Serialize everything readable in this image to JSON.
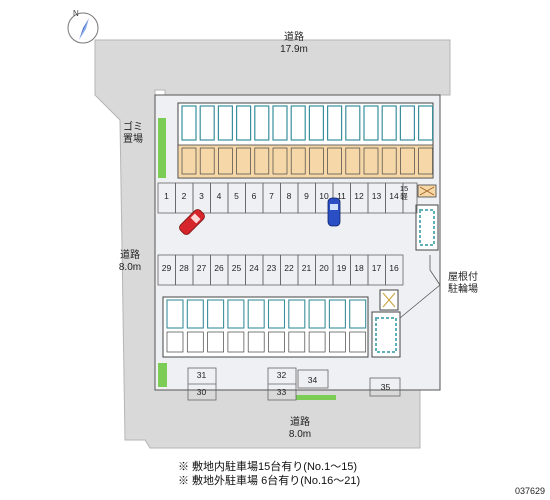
{
  "roads": {
    "top": {
      "name": "道路",
      "width": "17.9m"
    },
    "left": {
      "name": "道路",
      "width": "8.0m"
    },
    "bottom": {
      "name": "道路",
      "width": "8.0m"
    }
  },
  "labels": {
    "garbage": "ゴミ置場",
    "roofed_bicycle": "屋根付駐輪場",
    "bike_stall": "15軽"
  },
  "stalls_top": [
    "1",
    "2",
    "3",
    "4",
    "5",
    "6",
    "7",
    "8",
    "9",
    "10",
    "11",
    "12",
    "13",
    "14"
  ],
  "stalls_bottom": [
    "29",
    "28",
    "27",
    "26",
    "25",
    "24",
    "23",
    "22",
    "21",
    "20",
    "19",
    "18",
    "17",
    "16"
  ],
  "stalls_extra": [
    "31",
    "30",
    "32",
    "33",
    "34",
    "35"
  ],
  "notes": [
    "※ 敷地内駐車場15台有り(No.1～15)",
    "※ 敷地外駐車場 6台有り(No.16～21)"
  ],
  "code": "037629",
  "colors": {
    "road": "#d9d9d9",
    "lot": "#eef0f3",
    "building_orange": "#f6d8a8",
    "building_teal": "#5fb0b8",
    "green": "#7ccd56",
    "car_red": "#d6262b",
    "car_blue": "#2a4fc4"
  }
}
